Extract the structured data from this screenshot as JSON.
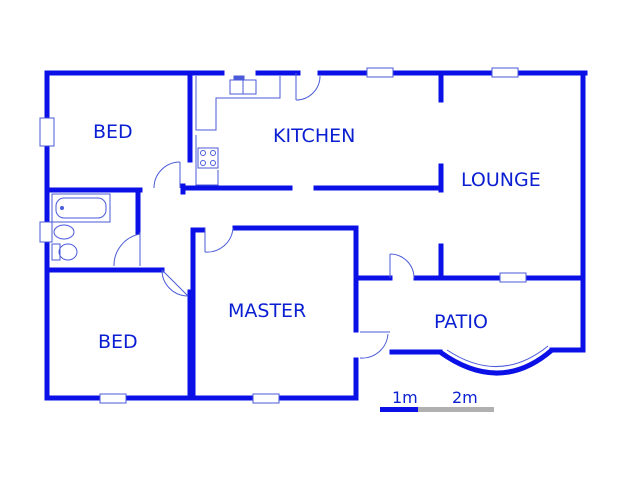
{
  "colors": {
    "wall": "#0a10e6",
    "fixture": "#4a5ad8",
    "label": "#0a1ed2",
    "scale_gray": "#b0b0b0"
  },
  "rooms": {
    "bed_top": "BED",
    "kitchen": "KITCHEN",
    "lounge": "LOUNGE",
    "master": "MASTER",
    "patio": "PATIO",
    "bed_bottom": "BED"
  },
  "scale": {
    "first": "1m",
    "second": "2m"
  }
}
